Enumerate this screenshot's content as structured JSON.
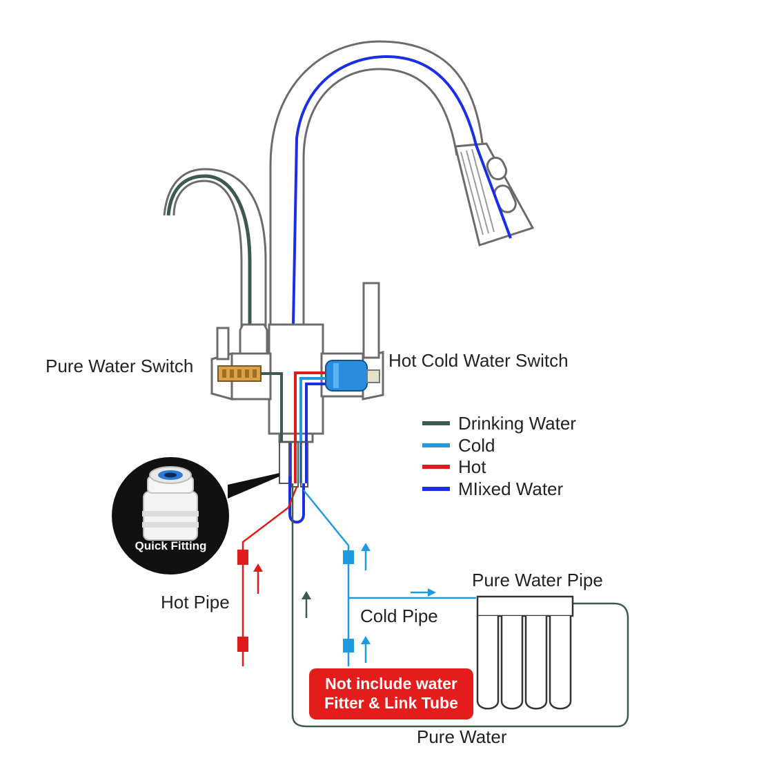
{
  "labels": {
    "pure_water_switch": "Pure Water Switch",
    "hot_cold_water_switch": "Hot Cold Water Switch",
    "quick_fitting": "Quick Fitting",
    "hot_pipe": "Hot Pipe",
    "cold_pipe": "Cold Pipe",
    "pure_water_pipe": "Pure Water Pipe",
    "pure_water": "Pure Water"
  },
  "legend": [
    {
      "label": "Drinking Water",
      "color": "#3d5a4a"
    },
    {
      "label": "Cold",
      "color": "#1e9be0"
    },
    {
      "label": "Hot",
      "color": "#e01b1b"
    },
    {
      "label": "MIixed Water",
      "color": "#1a2ee6"
    }
  ],
  "notice": {
    "line1": "Not include water",
    "line2": "Fitter & Link Tube",
    "color": "#e51c1c"
  },
  "colors": {
    "outline": "#6b6b6b",
    "drinking": "#3d5a4a",
    "cold": "#1e9be0",
    "hot": "#e01b1b",
    "mixed": "#1a2ee6"
  }
}
